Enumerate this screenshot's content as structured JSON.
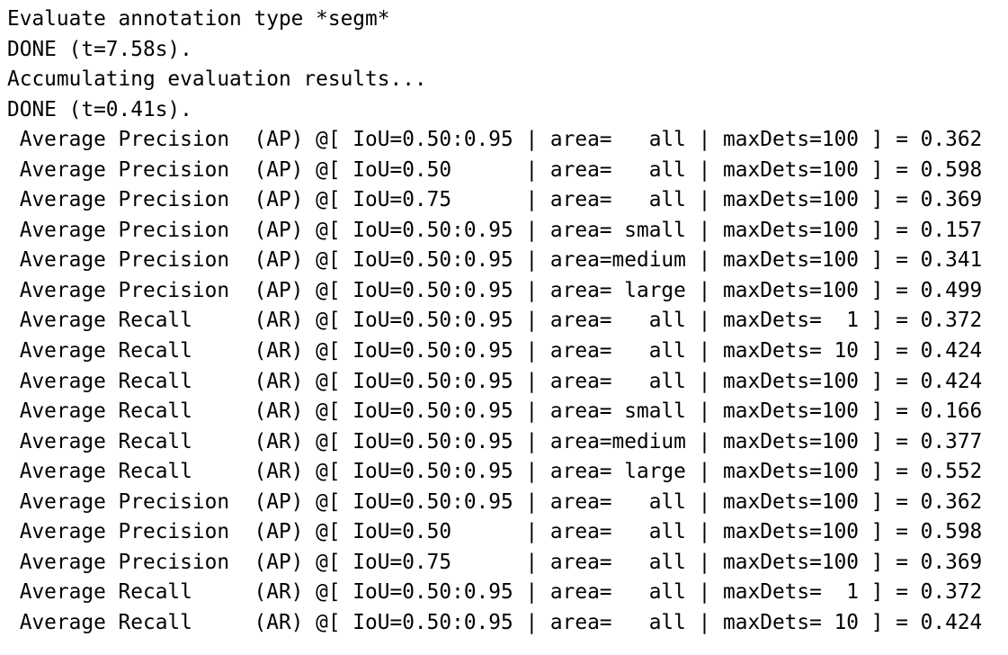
{
  "console": {
    "background_color": "#ffffff",
    "text_color": "#000000",
    "lines": [
      "Evaluate annotation type *segm*",
      "DONE (t=7.58s).",
      "Accumulating evaluation results...",
      "DONE (t=0.41s).",
      " Average Precision  (AP) @[ IoU=0.50:0.95 | area=   all | maxDets=100 ] = 0.362",
      " Average Precision  (AP) @[ IoU=0.50      | area=   all | maxDets=100 ] = 0.598",
      " Average Precision  (AP) @[ IoU=0.75      | area=   all | maxDets=100 ] = 0.369",
      " Average Precision  (AP) @[ IoU=0.50:0.95 | area= small | maxDets=100 ] = 0.157",
      " Average Precision  (AP) @[ IoU=0.50:0.95 | area=medium | maxDets=100 ] = 0.341",
      " Average Precision  (AP) @[ IoU=0.50:0.95 | area= large | maxDets=100 ] = 0.499",
      " Average Recall     (AR) @[ IoU=0.50:0.95 | area=   all | maxDets=  1 ] = 0.372",
      " Average Recall     (AR) @[ IoU=0.50:0.95 | area=   all | maxDets= 10 ] = 0.424",
      " Average Recall     (AR) @[ IoU=0.50:0.95 | area=   all | maxDets=100 ] = 0.424",
      " Average Recall     (AR) @[ IoU=0.50:0.95 | area= small | maxDets=100 ] = 0.166",
      " Average Recall     (AR) @[ IoU=0.50:0.95 | area=medium | maxDets=100 ] = 0.377",
      " Average Recall     (AR) @[ IoU=0.50:0.95 | area= large | maxDets=100 ] = 0.552",
      " Average Precision  (AP) @[ IoU=0.50:0.95 | area=   all | maxDets=100 ] = 0.362",
      " Average Precision  (AP) @[ IoU=0.50      | area=   all | maxDets=100 ] = 0.598",
      " Average Precision  (AP) @[ IoU=0.75      | area=   all | maxDets=100 ] = 0.369",
      " Average Recall     (AR) @[ IoU=0.50:0.95 | area=   all | maxDets=  1 ] = 0.372",
      " Average Recall     (AR) @[ IoU=0.50:0.95 | area=   all | maxDets= 10 ] = 0.424"
    ],
    "status": {
      "annotation_type": "segm",
      "evaluate_time": "t=7.58s",
      "accumulate_time": "t=0.41s"
    },
    "metrics": [
      {
        "metric": "Average Precision",
        "abbr": "AP",
        "iou": "0.50:0.95",
        "area": "all",
        "maxDets": 100,
        "value": 0.362
      },
      {
        "metric": "Average Precision",
        "abbr": "AP",
        "iou": "0.50",
        "area": "all",
        "maxDets": 100,
        "value": 0.598
      },
      {
        "metric": "Average Precision",
        "abbr": "AP",
        "iou": "0.75",
        "area": "all",
        "maxDets": 100,
        "value": 0.369
      },
      {
        "metric": "Average Precision",
        "abbr": "AP",
        "iou": "0.50:0.95",
        "area": "small",
        "maxDets": 100,
        "value": 0.157
      },
      {
        "metric": "Average Precision",
        "abbr": "AP",
        "iou": "0.50:0.95",
        "area": "medium",
        "maxDets": 100,
        "value": 0.341
      },
      {
        "metric": "Average Precision",
        "abbr": "AP",
        "iou": "0.50:0.95",
        "area": "large",
        "maxDets": 100,
        "value": 0.499
      },
      {
        "metric": "Average Recall",
        "abbr": "AR",
        "iou": "0.50:0.95",
        "area": "all",
        "maxDets": 1,
        "value": 0.372
      },
      {
        "metric": "Average Recall",
        "abbr": "AR",
        "iou": "0.50:0.95",
        "area": "all",
        "maxDets": 10,
        "value": 0.424
      },
      {
        "metric": "Average Recall",
        "abbr": "AR",
        "iou": "0.50:0.95",
        "area": "all",
        "maxDets": 100,
        "value": 0.424
      },
      {
        "metric": "Average Recall",
        "abbr": "AR",
        "iou": "0.50:0.95",
        "area": "small",
        "maxDets": 100,
        "value": 0.166
      },
      {
        "metric": "Average Recall",
        "abbr": "AR",
        "iou": "0.50:0.95",
        "area": "medium",
        "maxDets": 100,
        "value": 0.377
      },
      {
        "metric": "Average Recall",
        "abbr": "AR",
        "iou": "0.50:0.95",
        "area": "large",
        "maxDets": 100,
        "value": 0.552
      },
      {
        "metric": "Average Precision",
        "abbr": "AP",
        "iou": "0.50:0.95",
        "area": "all",
        "maxDets": 100,
        "value": 0.362
      },
      {
        "metric": "Average Precision",
        "abbr": "AP",
        "iou": "0.50",
        "area": "all",
        "maxDets": 100,
        "value": 0.598
      },
      {
        "metric": "Average Precision",
        "abbr": "AP",
        "iou": "0.75",
        "area": "all",
        "maxDets": 100,
        "value": 0.369
      },
      {
        "metric": "Average Recall",
        "abbr": "AR",
        "iou": "0.50:0.95",
        "area": "all",
        "maxDets": 1,
        "value": 0.372
      },
      {
        "metric": "Average Recall",
        "abbr": "AR",
        "iou": "0.50:0.95",
        "area": "all",
        "maxDets": 10,
        "value": 0.424
      }
    ]
  }
}
